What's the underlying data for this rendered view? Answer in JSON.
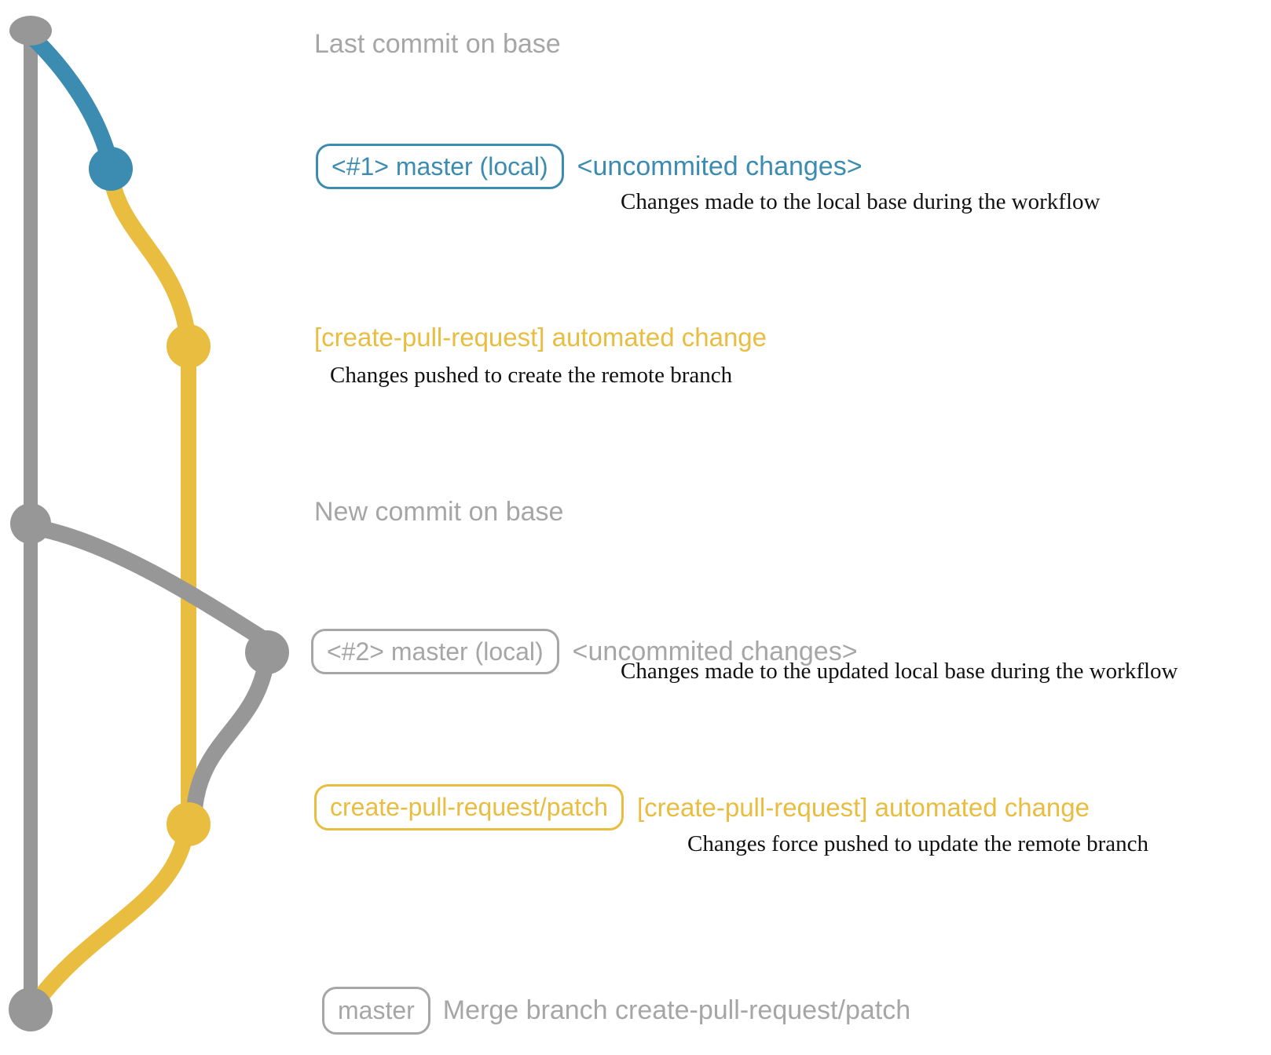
{
  "colors": {
    "gray": "#979797",
    "gray_text": "#a6a6a6",
    "blue": "#3b8cb0",
    "yellow": "#e9bd40",
    "black": "#111111"
  },
  "captions": {
    "top": "Last commit on base",
    "middle": "New commit on base"
  },
  "commit1": {
    "badge": "<#1> master (local)",
    "note": "<uncommited changes>",
    "description": "Changes made to the local base during the workflow"
  },
  "commit2": {
    "label": "[create-pull-request] automated change",
    "description": "Changes pushed to create the remote branch"
  },
  "commit3": {
    "badge": "<#2> master (local)",
    "note": "<uncommited changes>",
    "description": "Changes made to the updated local base during the workflow"
  },
  "commit4": {
    "badge": "create-pull-request/patch",
    "label": "[create-pull-request] automated change",
    "description": "Changes force pushed to update the remote branch"
  },
  "commit5": {
    "badge": "master",
    "label": "Merge branch create-pull-request/patch"
  }
}
